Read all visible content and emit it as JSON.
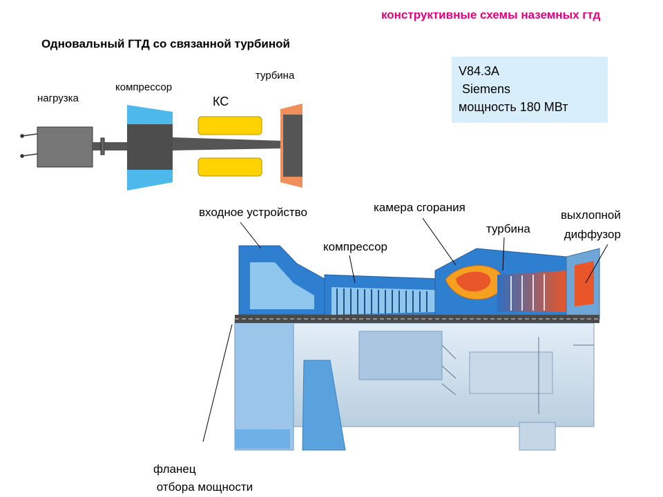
{
  "header": {
    "title": "конструктивные схемы наземных гтд",
    "title_color": "#e4007c"
  },
  "schematic": {
    "title": "Одновальный ГТД со связанной турбиной",
    "labels": {
      "load": "нагрузка",
      "compressor": "компрессор",
      "combustor": "КС",
      "turbine": "турбина"
    },
    "colors": {
      "load": "#777777",
      "compressor_blades": "#4db8ea",
      "core": "#4d4d4d",
      "combustor": "#ffd200",
      "turbine_blades": "#f08f5b",
      "shaft": "#555555"
    }
  },
  "info_box": {
    "line1": "V84.3A",
    "line2": " Siemens",
    "line3": "мощность 180 МВт",
    "bg": "#d8eefb"
  },
  "cutaway": {
    "labels": {
      "inlet": "входное устройство",
      "combustion_chamber": "камера сгорания",
      "turbine": "турбина",
      "exhaust_line1": "выхлопной",
      "exhaust_line2": " диффузор",
      "compressor": "компрессор",
      "flange_line1": "фланец",
      "flange_line2": " отбора мощности"
    },
    "colors": {
      "casing": "#2f7fd0",
      "casing_light": "#8fc6ee",
      "frame": "#c9dceb",
      "hot_section": "#e8562a",
      "flame": "#f5a020"
    }
  }
}
